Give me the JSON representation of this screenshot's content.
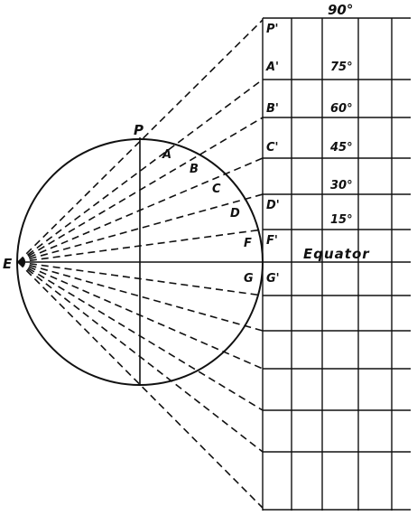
{
  "labels": {
    "eye": "E",
    "pole": "P",
    "equator": "Equator",
    "circle_points": [
      "A",
      "B",
      "C",
      "D",
      "F",
      "G"
    ],
    "projected_points": [
      "P'",
      "A'",
      "B'",
      "C'",
      "D'",
      "F'",
      "G'"
    ],
    "latitudes": [
      "90°",
      "75°",
      "60°",
      "45°",
      "30°",
      "15°"
    ]
  },
  "colors": {
    "ink": "#111111",
    "background": "#ffffff"
  }
}
